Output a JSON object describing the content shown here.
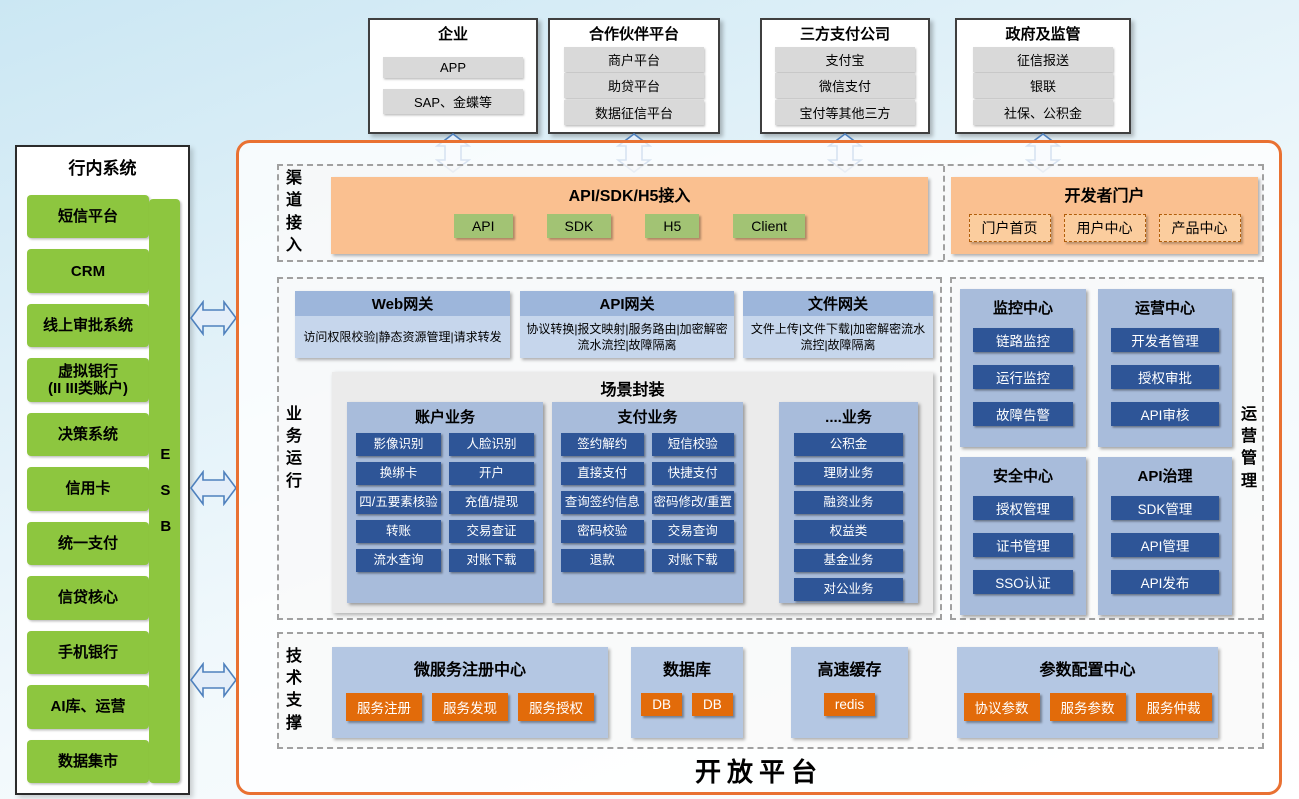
{
  "platform_title": "开放平台",
  "palette": {
    "green": "#8DC63F",
    "green-btn": "#A2C374",
    "gray-btn": "#D9D9D9",
    "peach": "#FAC090",
    "peach-btn": "#FBCD9E",
    "peach-btn-border": "#B25E0B",
    "blue-header": "#9DB6DB",
    "blue-body": "#C6D6EC",
    "panel-blue": "#A8BCDB",
    "dark-blue": "#2E5597",
    "tech-blue": "#B4C7E3",
    "orange-btn": "#E26B0A",
    "platform-border": "#E97132",
    "scenario-bg": "#EBEBEB",
    "arrow-stroke": "#4F81BD",
    "arrow-fill": "#E4EEF9"
  },
  "sidebar": {
    "title": "行内系统",
    "esb": "ESB",
    "systems": [
      "短信平台",
      "CRM",
      "线上审批系统",
      "虚拟银行\n(II III类账户)",
      "决策系统",
      "信用卡",
      "统一支付",
      "信贷核心",
      "手机银行",
      "AI库、运营",
      "数据集市"
    ]
  },
  "external": [
    {
      "title": "企业",
      "items": [
        "APP",
        "SAP、金蝶等"
      ]
    },
    {
      "title": "合作伙伴平台",
      "items": [
        "商户平台",
        "助贷平台",
        "数据征信平台"
      ]
    },
    {
      "title": "三方支付公司",
      "items": [
        "支付宝",
        "微信支付",
        "宝付等其他三方"
      ]
    },
    {
      "title": "政府及监管",
      "items": [
        "征信报送",
        "银联",
        "社保、公积金"
      ]
    }
  ],
  "channel": {
    "label": "渠道接入",
    "access": {
      "title": "API/SDK/H5接入",
      "buttons": [
        "API",
        "SDK",
        "H5",
        "Client"
      ]
    },
    "portal": {
      "title": "开发者门户",
      "buttons": [
        "门户首页",
        "用户中心",
        "产品中心"
      ]
    }
  },
  "business": {
    "label": "业务运行",
    "gateways": [
      {
        "title": "Web网关",
        "desc": "访问权限校验|静态资源管理|请求转发"
      },
      {
        "title": "API网关",
        "desc": "协议转换|报文映射|服务路由|加密解密流水流控|故障隔离"
      },
      {
        "title": "文件网关",
        "desc": "文件上传|文件下载|加密解密流水流控|故障隔离"
      }
    ],
    "scenario": {
      "title": "场景封装",
      "account": {
        "title": "账户业务",
        "items": [
          "影像识别",
          "人脸识别",
          "换绑卡",
          "开户",
          "四/五要素核验",
          "充值/提现",
          "转账",
          "交易查证",
          "流水查询",
          "对账下载"
        ]
      },
      "payment": {
        "title": "支付业务",
        "items": [
          "签约解约",
          "短信校验",
          "直接支付",
          "快捷支付",
          "查询签约信息",
          "密码修改/重置",
          "密码校验",
          "交易查询",
          "退款",
          "对账下载"
        ]
      },
      "other": {
        "title": "....业务",
        "items": [
          "公积金",
          "理财业务",
          "融资业务",
          "权益类",
          "基金业务",
          "对公业务"
        ]
      }
    }
  },
  "operations": {
    "label": "运营管理",
    "centers": [
      {
        "title": "监控中心",
        "items": [
          "链路监控",
          "运行监控",
          "故障告警"
        ]
      },
      {
        "title": "运营中心",
        "items": [
          "开发者管理",
          "授权审批",
          "API审核"
        ]
      },
      {
        "title": "安全中心",
        "items": [
          "授权管理",
          "证书管理",
          "SSO认证"
        ]
      },
      {
        "title": "API治理",
        "items": [
          "SDK管理",
          "API管理",
          "API发布"
        ]
      }
    ]
  },
  "tech": {
    "label": "技术支撑",
    "boxes": [
      {
        "title": "微服务注册中心",
        "items": [
          "服务注册",
          "服务发现",
          "服务授权"
        ]
      },
      {
        "title": "数据库",
        "items": [
          "DB",
          "DB"
        ]
      },
      {
        "title": "高速缓存",
        "items": [
          "redis"
        ]
      },
      {
        "title": "参数配置中心",
        "items": [
          "协议参数",
          "服务参数",
          "服务仲裁"
        ]
      }
    ]
  }
}
